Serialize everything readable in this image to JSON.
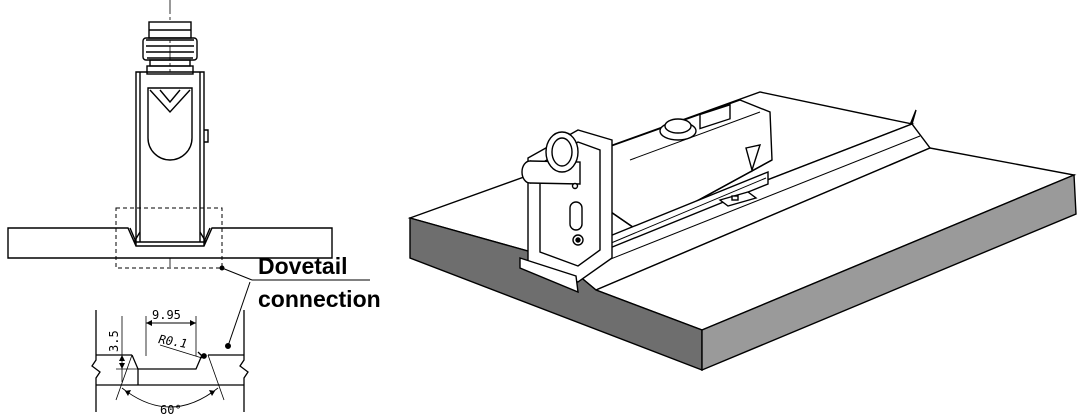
{
  "labels": {
    "dovetail_line1": "Dovetail",
    "dovetail_line2": "connection"
  },
  "dimensions": {
    "width": "9.95",
    "depth": "3.5",
    "radius": "R0.1",
    "angle": "60°"
  },
  "colors": {
    "line": "#000000",
    "edge_dark": "#555555",
    "edge_mid": "#8a8a8a",
    "face_light": "#ffffff"
  },
  "icons": {
    "sensor_left": "fiber-sensor-front-view",
    "sensor_right": "fiber-sensor-isometric-view",
    "rail": "dovetail-rail"
  }
}
